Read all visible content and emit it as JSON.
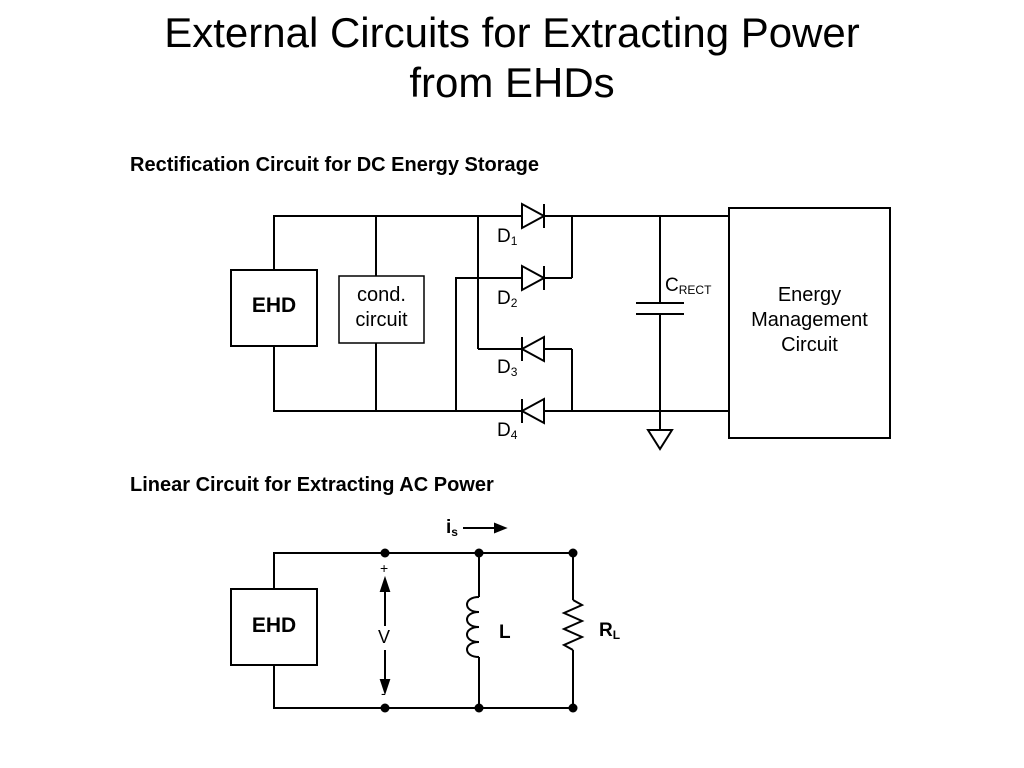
{
  "slide": {
    "title_line1": "External Circuits for Extracting Power",
    "title_line2": "from EHDs"
  },
  "rectifier": {
    "heading": "Rectification Circuit for DC Energy Storage",
    "ehd_label": "EHD",
    "cond_line1": "cond.",
    "cond_line2": "circuit",
    "diodes": [
      {
        "name": "D",
        "sub": "1"
      },
      {
        "name": "D",
        "sub": "2"
      },
      {
        "name": "D",
        "sub": "3"
      },
      {
        "name": "D",
        "sub": "4"
      }
    ],
    "capacitor": {
      "name": "C",
      "sub": "RECT"
    },
    "emc_line1": "Energy",
    "emc_line2": "Management",
    "emc_line3": "Circuit"
  },
  "linear": {
    "heading": "Linear Circuit for Extracting AC Power",
    "ehd_label": "EHD",
    "current": {
      "name": "i",
      "sub": "s"
    },
    "plus": "+",
    "minus": "-",
    "voltage": "V",
    "inductor": "L",
    "resistor": {
      "name": "R",
      "sub": "L"
    }
  }
}
